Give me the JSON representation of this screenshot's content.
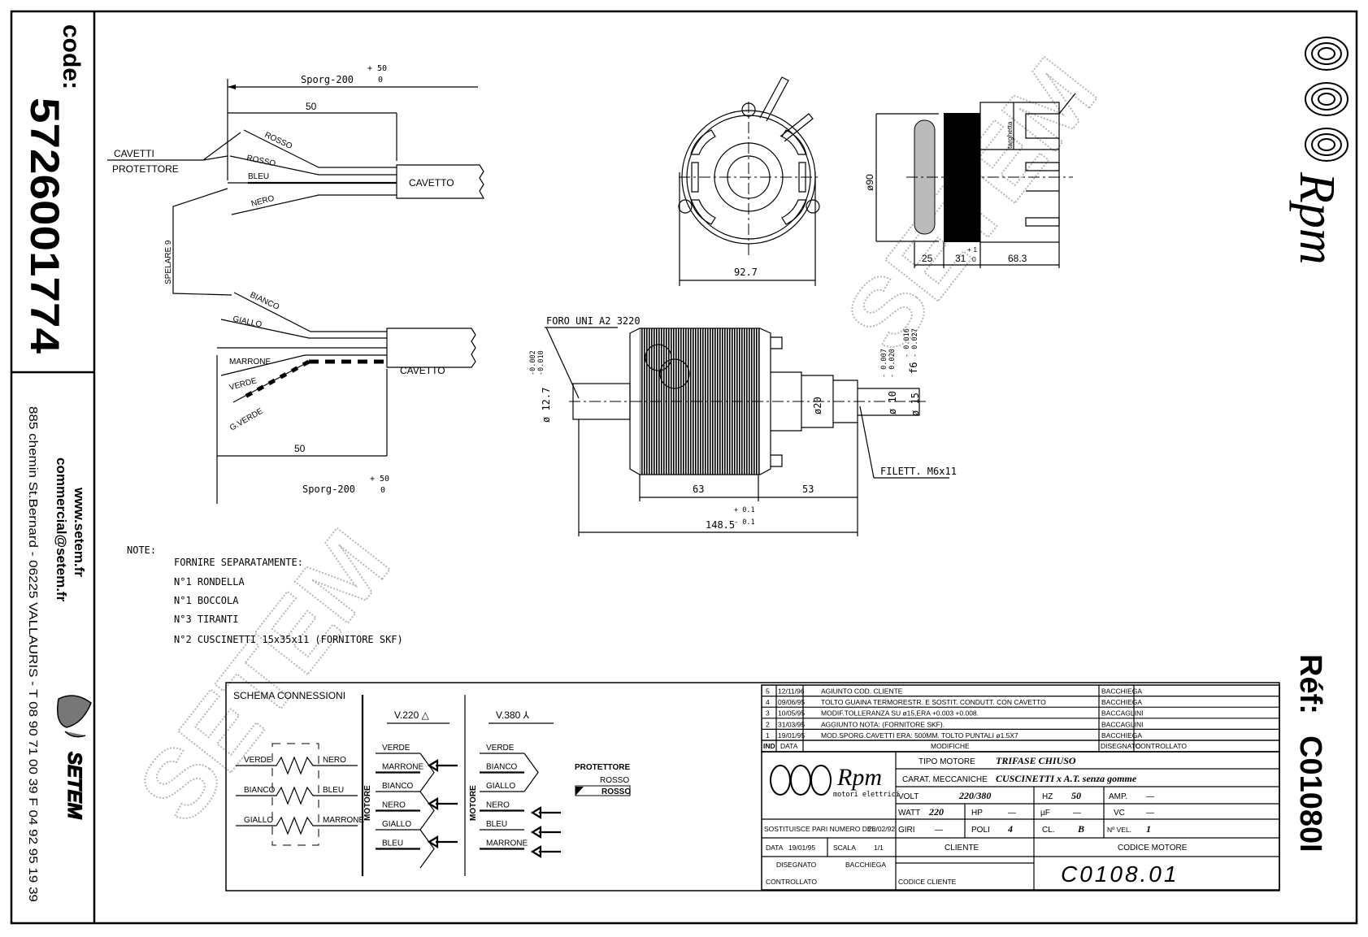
{
  "sidebar": {
    "code_label": "code:",
    "code_value": "5726001774",
    "website": "www.setem.fr",
    "email": "commercial@setem.fr",
    "address": "885 chemin St.Bernard - 06225 VALLAURIS - T 08 90 71 00 39  F 04 92 95 19 39",
    "company": "SETEM"
  },
  "brand": {
    "logo": "Rpm",
    "subtitle": "motori elettrici",
    "ref_label": "Réf:",
    "ref_value": "C01080I"
  },
  "watermark": "SETEM",
  "wiring": {
    "sporg": "Sporg-200",
    "sporg_tol_plus": "+ 50",
    "sporg_tol_zero": "0",
    "dim_50": "50",
    "cavetti": "CAVETTI",
    "protettore": "PROTETTORE",
    "spelare": "SPELARE 9",
    "cavetto": "CAVETTO",
    "top_wires": [
      "ROSSO",
      "ROSSO",
      "BLEU",
      "NERO"
    ],
    "bottom_wires": [
      "BIANCO",
      "GIALLO",
      "MARRONE",
      "VERDE",
      "G.VERDE"
    ]
  },
  "front_view": {
    "width_dim": "92.7"
  },
  "side_view": {
    "diameter": "ø90",
    "targhetta": "targhetta",
    "dims": [
      "25",
      "31",
      "+ 1",
      "0",
      "68.3"
    ]
  },
  "rotor": {
    "foro": "FORO UNI A2 3220",
    "filett": "FILETT. M6x11",
    "left_diam": "ø 12.7",
    "left_tol": [
      "-0.002",
      "-0.010"
    ],
    "collar_diam": "ø20",
    "shaft10": "ø 10",
    "shaft10_tol": [
      "- 0.007",
      "- 0.020"
    ],
    "shaft15": "ø 15",
    "shaft15_tol": [
      "- 0.016",
      "- 0.027"
    ],
    "shaft15_fit": "f6",
    "dim_63": "63",
    "dim_53": "53",
    "dim_total": "148.5",
    "total_tol": [
      "+ 0.1",
      "- 0.1"
    ]
  },
  "notes": {
    "title": "NOTE:",
    "heading": "FORNIRE SEPARATAMENTE:",
    "items": [
      "N°1 RONDELLA",
      "N°1 BOCCOLA",
      "N°3 TIRANTI",
      "N°2 CUSCINETTI 15x35x11 (FORNITORE SKF)"
    ]
  },
  "schema": {
    "title": "SCHEMA CONNESSIONI",
    "windings": [
      [
        "VERDE",
        "NERO"
      ],
      [
        "BIANCO",
        "BLEU"
      ],
      [
        "GIALLO",
        "MARRONE"
      ]
    ],
    "motore": "MOTORE",
    "v220": "V.220 △",
    "v220_wires": [
      "VERDE",
      "MARRONE",
      "BIANCO",
      "NERO",
      "GIALLO",
      "BLEU"
    ],
    "v380": "V.380 ⅄",
    "v380_wires": [
      "VERDE",
      "BIANCO",
      "GIALLO",
      "NERO",
      "BLEU",
      "MARRONE"
    ],
    "protettore": "PROTETTORE",
    "rosso1": "ROSSO",
    "rosso2": "ROSSO"
  },
  "revisions": {
    "rows": [
      {
        "ind": "5",
        "date": "12/11/96",
        "text": "AGIUNTO COD. CLIENTE",
        "by": "BACCHIEGA"
      },
      {
        "ind": "4",
        "date": "09/06/95",
        "text": "TOLTO GUAINA TERMORESTR. E SOSTIT. CONDUTT. CON CAVETTO",
        "by": "BACCHIEGA"
      },
      {
        "ind": "3",
        "date": "10/05/95",
        "text": "MODIF.TOLLERANZA SU ø15,ERA +0.003 +0.008.",
        "by": "BACCAGLINI"
      },
      {
        "ind": "2",
        "date": "31/03/95",
        "text": "AGGIUNTO NOTA: (FORNITORE SKF).",
        "by": "BACCAGLINI"
      },
      {
        "ind": "1",
        "date": "19/01/95",
        "text": "MOD.SPORG.CAVETTI ERA: 500MM. TOLTO PUNTALI ø1.5X7",
        "by": "BACCHIEGA"
      }
    ],
    "header": {
      "ind": "IND",
      "date": "DATA",
      "text": "MODIFICHE",
      "drawn": "DISEGNATO",
      "checked": "CONTROLLATO"
    }
  },
  "title_block": {
    "tipo_label": "TIPO MOTORE",
    "tipo_value": "TRIFASE CHIUSO",
    "carat_label": "CARAT. MECCANICHE",
    "carat_value": "CUSCINETTI x A.T. senza gomme",
    "volt_label": "VOLT",
    "volt_value": "220/380",
    "hz_label": "HZ",
    "hz_value": "50",
    "amp_label": "AMP.",
    "amp_value": "—",
    "watt_label": "WATT",
    "watt_value": "220",
    "hp_label": "HP",
    "hp_value": "—",
    "uf_label": "µF",
    "uf_value": "—",
    "vc_label": "VC",
    "vc_value": "—",
    "giri_label": "GIRI",
    "giri_value": "—",
    "poli_label": "POLI",
    "poli_value": "4",
    "cl_label": "CL.",
    "cl_value": "B",
    "nvel_label": "Nº VEL.",
    "nvel_value": "1",
    "sostituisce_label": "SOSTITUISCE PARI NUMERO DEL",
    "sostituisce_value": "28/02/92",
    "data_label": "DATA",
    "data_value": "19/01/95",
    "scala_label": "SCALA",
    "scala_value": "1/1",
    "disegnato_label": "DISEGNATO",
    "disegnato_value": "BACCHIEGA",
    "controllato_label": "CONTROLLATO",
    "cliente_label": "CLIENTE",
    "codice_cliente_label": "CODICE CLIENTE",
    "codice_motore_label": "CODICE MOTORE",
    "codice_motore_value": "C0108.01"
  }
}
